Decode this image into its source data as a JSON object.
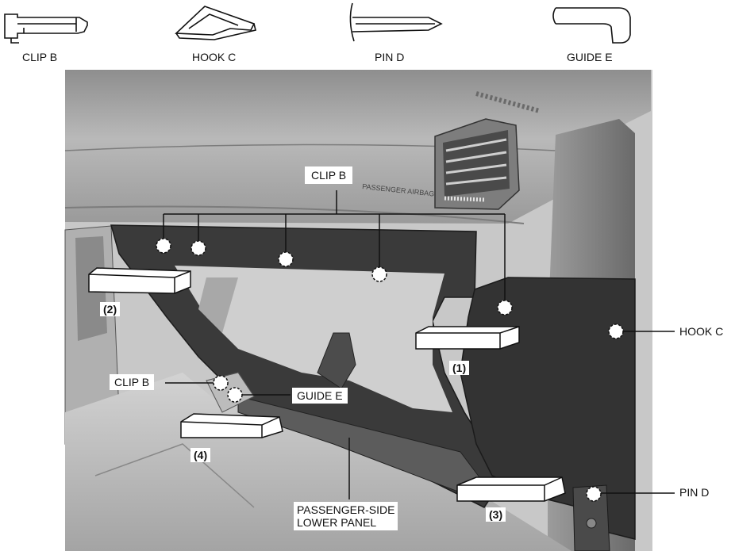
{
  "legend": [
    {
      "label": "CLIP B",
      "icon": "clip-icon"
    },
    {
      "label": "HOOK C",
      "icon": "hook-icon"
    },
    {
      "label": "PIN D",
      "icon": "pin-icon"
    },
    {
      "label": "GUIDE E",
      "icon": "guide-icon"
    }
  ],
  "callouts": {
    "clip_b_top": "CLIP B",
    "hook_c": "HOOK C",
    "clip_b_left": "CLIP B",
    "guide_e": "GUIDE E",
    "pin_d": "PIN D",
    "panel_line1": "PASSENGER-SIDE",
    "panel_line2": "LOWER PANEL"
  },
  "steps": [
    "(1)",
    "(2)",
    "(3)",
    "(4)"
  ],
  "dash_text": "PASSENGER AIRBAG",
  "colors": {
    "panel": "#3a3a3a",
    "dash": "#a9a9a9",
    "line": "#111111"
  }
}
